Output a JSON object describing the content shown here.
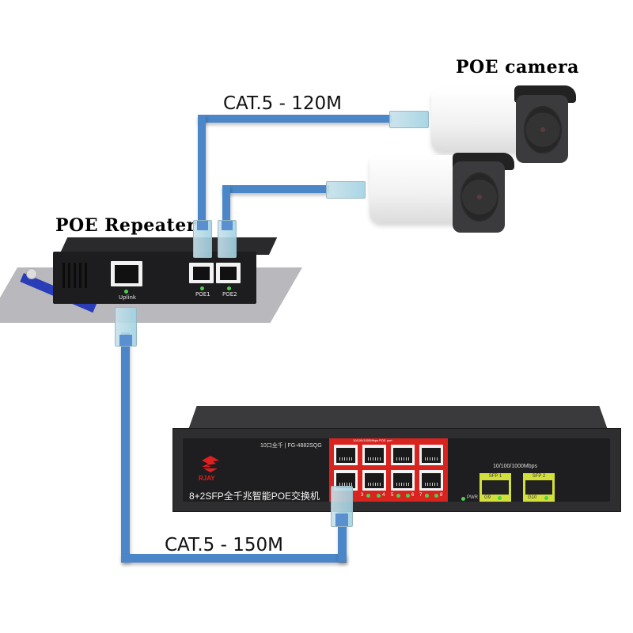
{
  "labels": {
    "poe_camera": "POE camera",
    "poe_repeater": "POE Repeater",
    "cable_upper": "CAT.5 - 120M",
    "cable_lower": "CAT.5 - 150M"
  },
  "repeater": {
    "ports": [
      {
        "label": "Uplink"
      },
      {
        "label": "POE1"
      },
      {
        "label": "POE2"
      }
    ]
  },
  "switch": {
    "model_text": "10口全千 | FG-4882SQG",
    "brand": "RJAY",
    "product_text": "8+2SFP全千兆智能POE交换机",
    "speed_text": "10/100/1000Mbps",
    "red_header_text": "10/100/1000Mbps POE port",
    "power_label": "PWR",
    "port_numbers": [
      "3",
      "4",
      "5",
      "6",
      "7",
      "8"
    ],
    "sfp": [
      {
        "tag": "SFP 1",
        "port": "G9"
      },
      {
        "tag": "SFP 2",
        "port": "G10"
      }
    ]
  },
  "colors": {
    "cable": "#4a86c8",
    "switch_accent": "#d8231e",
    "sfp_accent": "#d4e03a",
    "led": "#4dd04d"
  }
}
